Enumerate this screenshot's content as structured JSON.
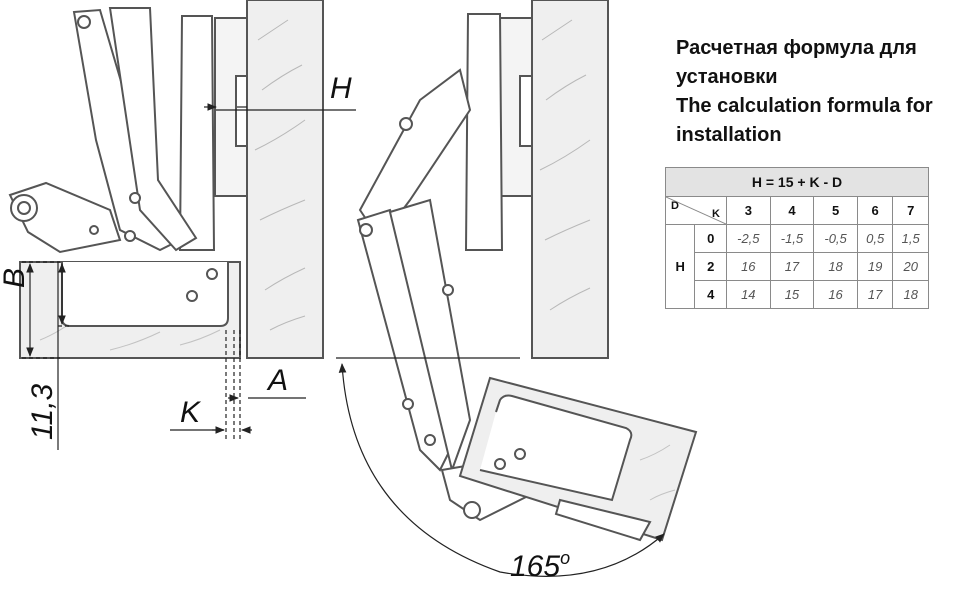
{
  "caption": {
    "line_ru_1": "Расчетная формула для",
    "line_ru_2": "установки",
    "line_en_1": "The calculation formula for",
    "line_en_2": "installation"
  },
  "table": {
    "formula": "H = 15 + K - D",
    "row_var": "H",
    "d_label": "D",
    "k_label": "K",
    "columns": [
      "3",
      "4",
      "5",
      "6",
      "7"
    ],
    "rows": [
      {
        "k": "0",
        "values": [
          "-2,5",
          "-1,5",
          "-0,5",
          "0,5",
          "1,5"
        ]
      },
      {
        "k": "2",
        "values": [
          "16",
          "17",
          "18",
          "19",
          "20"
        ]
      },
      {
        "k": "4",
        "values": [
          "14",
          "15",
          "16",
          "17",
          "18"
        ]
      }
    ]
  },
  "labels": {
    "h": "H",
    "a": "A",
    "k": "K",
    "b": "B",
    "dist": "11,3",
    "angle": "165",
    "angle_unit": "o"
  },
  "colors": {
    "line": "#555555",
    "wood": "#eeeeee",
    "part": "#ffffff"
  }
}
